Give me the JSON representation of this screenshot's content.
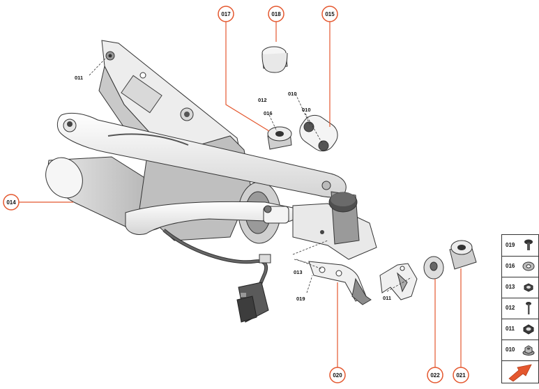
{
  "callouts": [
    {
      "id": "c017",
      "code": "017"
    },
    {
      "id": "c018",
      "code": "018"
    },
    {
      "id": "c015",
      "code": "015"
    },
    {
      "id": "c014",
      "code": "014"
    },
    {
      "id": "c020",
      "code": "020"
    },
    {
      "id": "c022",
      "code": "022"
    },
    {
      "id": "c021",
      "code": "021"
    }
  ],
  "labels": {
    "l011a": "011",
    "l012": "012",
    "l016": "016",
    "l010a": "010",
    "l010b": "010",
    "l013": "013",
    "l019": "019",
    "l011b": "011"
  },
  "legend": [
    {
      "code": "019",
      "icon": "bolt-icon"
    },
    {
      "code": "016",
      "icon": "washer-icon"
    },
    {
      "code": "013",
      "icon": "nut-icon"
    },
    {
      "code": "012",
      "icon": "screw-icon"
    },
    {
      "code": "011",
      "icon": "nut-icon"
    },
    {
      "code": "010",
      "icon": "flange-nut-icon"
    }
  ],
  "colors": {
    "accent": "#e4572e",
    "line": "#333333",
    "part_fill": "#f2f2f2",
    "part_shade": "#cfcfcf"
  }
}
